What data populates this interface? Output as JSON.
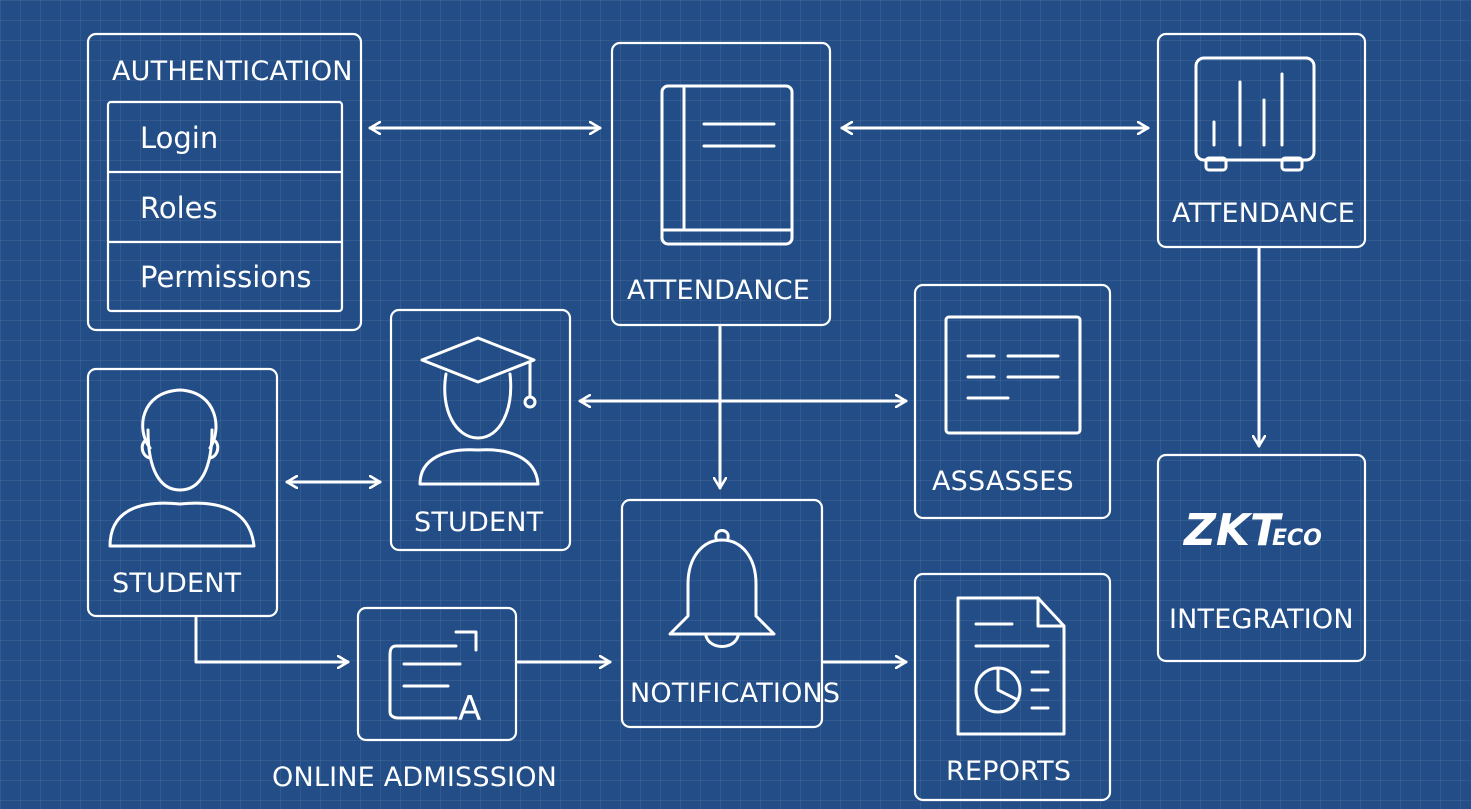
{
  "colors": {
    "background": "#224d87",
    "line": "#ffffff"
  },
  "authentication": {
    "title": "AUTHENTICATION",
    "items": [
      {
        "label": "Login"
      },
      {
        "label": "Roles"
      },
      {
        "label": "Permissions"
      }
    ]
  },
  "modules": {
    "attendance_book": "ATTENDANCE",
    "attendance_device": "ATTENDANCE",
    "student_left": "STUDENT",
    "student_center": "STUDENT",
    "assasses": "ASSASSES",
    "notifications": "NOTIFICATIONS",
    "reports": "REPORTS",
    "integration": "INTEGRATION",
    "online_admission": "ONLINE ADMISSSION"
  },
  "integration_logo": {
    "main": "ZKT",
    "suffix": "ECO"
  },
  "form_icon_letter": "A",
  "icons": {
    "attendance_book": "book-icon",
    "attendance_device": "attendance-device-icon",
    "student_left": "user-icon",
    "student_center": "graduate-icon",
    "assasses": "document-list-icon",
    "notifications": "bell-icon",
    "reports": "report-chart-icon",
    "online_admission": "form-icon"
  }
}
